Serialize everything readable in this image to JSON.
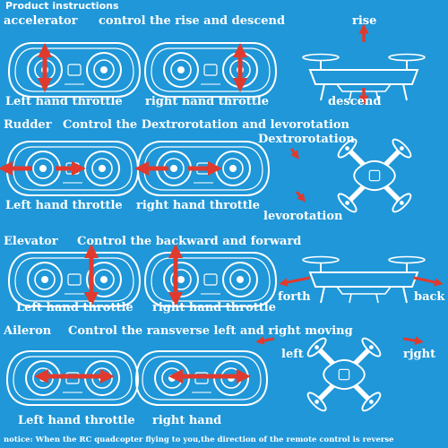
{
  "header": {
    "title": "Product instructions"
  },
  "sections": {
    "accelerator": {
      "title": "accelerator",
      "description": "control the rise and descend",
      "left_label": "Left hand throttle",
      "right_label": "right hand throttle",
      "drone_top": "rise",
      "drone_bottom": "descend"
    },
    "rudder": {
      "title": "Rudder",
      "description": "Control the Dextrorotation and levorotation",
      "left_label": "Left hand throttle",
      "right_label": "right hand throttle",
      "drone_top": "Dextrorotation",
      "drone_bottom": "levorotation"
    },
    "elevator": {
      "title": "Elevator",
      "description": "Control the backward and forward",
      "left_label": "Left hand throttle",
      "right_label": "right hand throttle",
      "drone_left": "forth",
      "drone_right": "back"
    },
    "aileron": {
      "title": "Aileron",
      "description": "Control the ransverse left and right moving",
      "left_label": "Left hand throttle",
      "right_label": "right hand",
      "drone_left": "left",
      "drone_right": "rjght"
    }
  },
  "notice": "notice: When the RC quadcopter flying to you,the direction of the remote control is reverse",
  "colors": {
    "background": "#1f97d8",
    "line": "#ffffff",
    "arrow": "#e03a2e"
  }
}
